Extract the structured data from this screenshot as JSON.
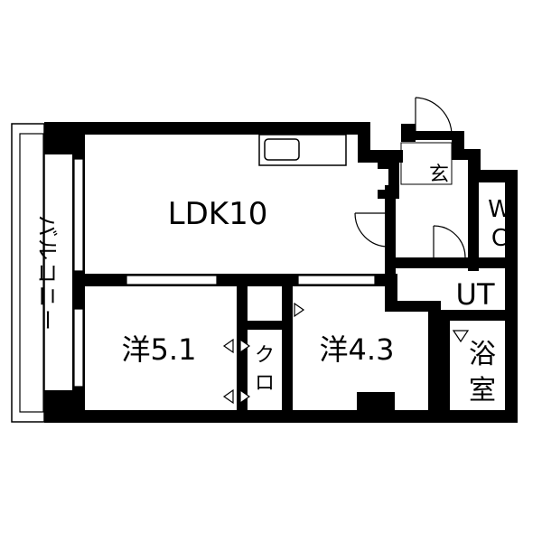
{
  "floor_plan": {
    "rooms": {
      "ldk": "LDK10",
      "western_a": "洋5.1",
      "western_b": "洋4.3",
      "closet_top": "ク",
      "closet_bottom": "ロ",
      "entrance": "玄",
      "wc_top": "W",
      "wc_bottom": "C",
      "utility": "UT",
      "bath_top": "浴",
      "bath_bottom": "室",
      "balcony": [
        "バ",
        "ル",
        "コ",
        "ニ",
        "ー"
      ]
    },
    "colors": {
      "wall": "#000000",
      "background": "#ffffff"
    }
  }
}
